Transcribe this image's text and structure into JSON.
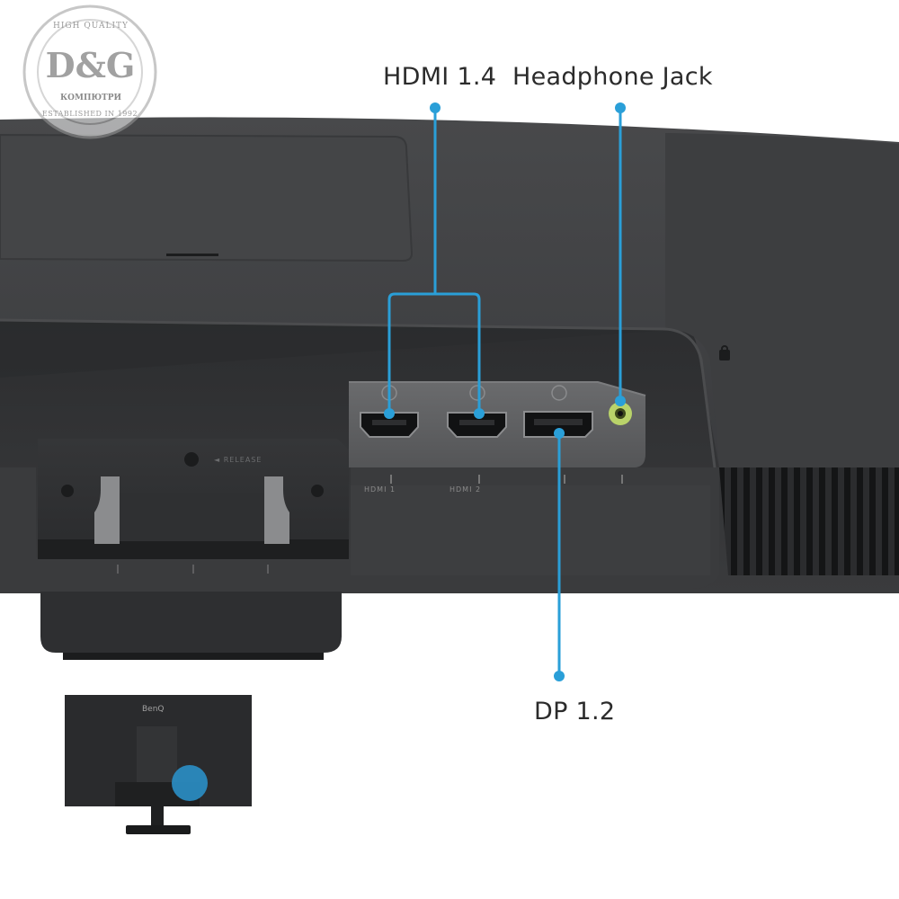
{
  "labels": {
    "hdmi": "HDMI 1.4",
    "headphone": "Headphone Jack",
    "dp": "DP 1.2"
  },
  "port_markings": {
    "hdmi1": "HDMI 1",
    "hdmi2": "HDMI 2",
    "release": "◄ RELEASE"
  },
  "watermark": {
    "brand": "D&G",
    "top_arc": "HIGH QUALITY",
    "middle": "КОМПЮТРИ",
    "bottom_arc": "ESTABLISHED IN 1992"
  },
  "thumbnail": {
    "brand": "BenQ"
  },
  "colors": {
    "callout": "#2a9fd8",
    "monitor_body": "#3b3c3e",
    "monitor_dark": "#232425",
    "port_panel": "#5d5e60",
    "audio_jack": "#b9d36a"
  }
}
